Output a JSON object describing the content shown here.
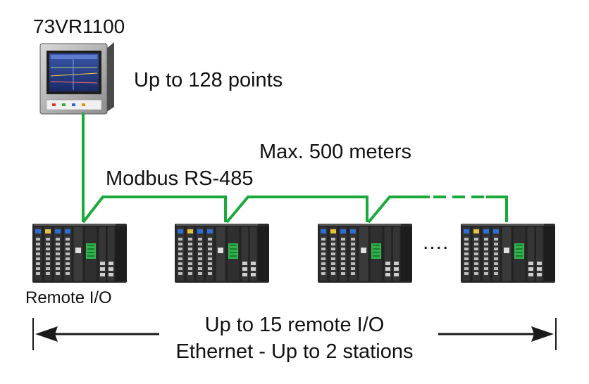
{
  "recorder": {
    "model": "73VR1100",
    "capacity": "Up to 128 points"
  },
  "network": {
    "protocol": "Modbus RS-485",
    "max_distance": "Max. 500 meters",
    "link_color": "#1aaa3c"
  },
  "remote_io": {
    "label": "Remote I/O",
    "ellipsis": "....",
    "units_shown": 4
  },
  "footer": {
    "line1": "Up to 15 remote I/O",
    "line2": "Ethernet - Up to 2 stations"
  }
}
